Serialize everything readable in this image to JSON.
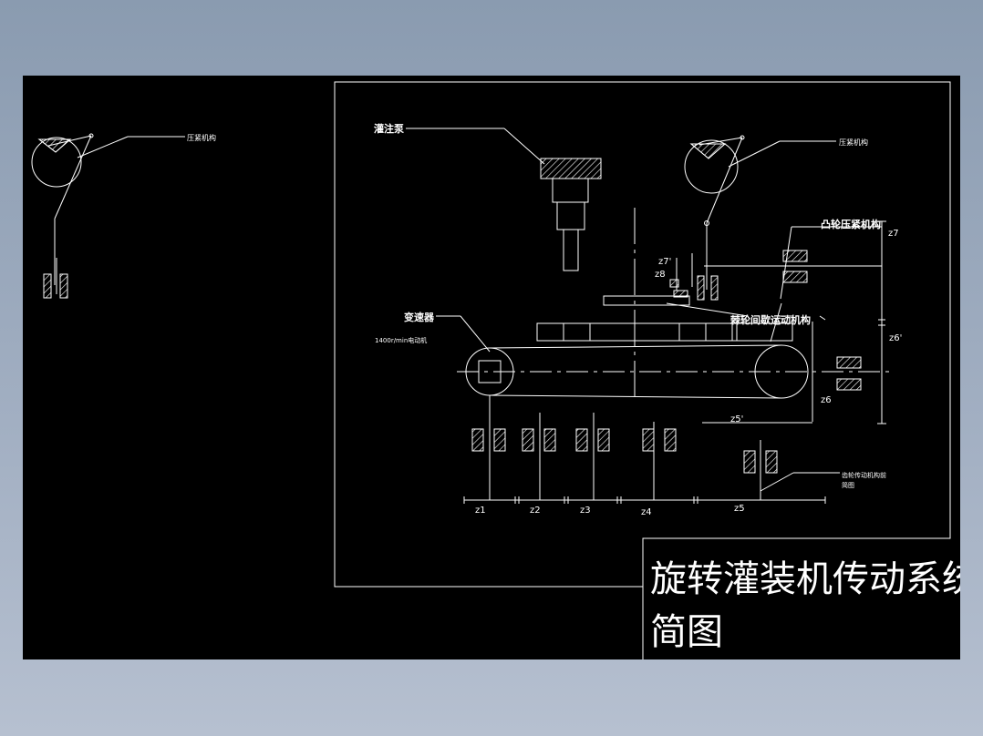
{
  "drawing": {
    "title_line1": "旋转灌装机传动系统",
    "title_line2": "简图",
    "left_cam_label": "压紧机构",
    "right_cam_label": "压紧机构",
    "pump_label": "灌注泵",
    "cam_press_label": "凸轮压紧机构",
    "ratchet_label": "棘轮间歇运动机构",
    "reducer_label": "变速器",
    "motor_label": "1400r/min电动机",
    "gear_note_line1": "齿轮传动机构前",
    "gear_note_line2": "简图",
    "z1": "z1",
    "z2": "z2",
    "z3": "z3",
    "z4": "z4",
    "z5": "z5",
    "z5p": "z5'",
    "z6": "z6",
    "z6p": "z6'",
    "z7": "z7",
    "z7p": "z7'",
    "z8": "z8"
  },
  "colors": {
    "line": "#ffffff",
    "background": "#000000",
    "window": "#8a9bb0"
  }
}
